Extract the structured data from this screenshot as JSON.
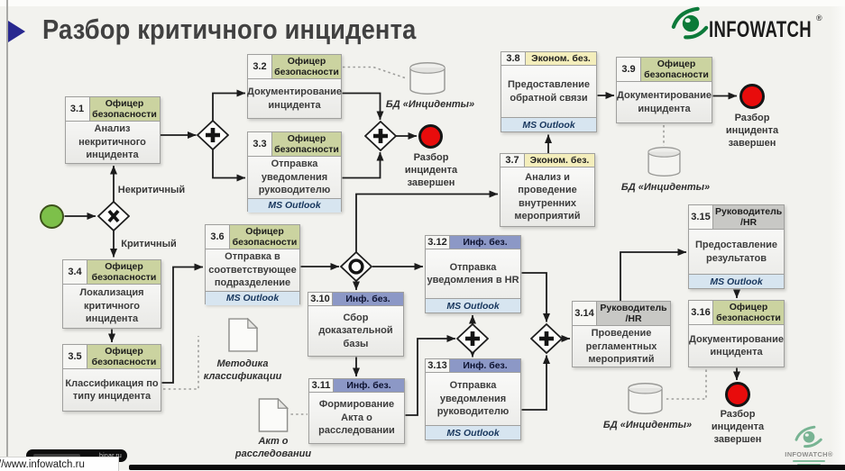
{
  "title": {
    "text": "Разбор критичного инцидента"
  },
  "brand": {
    "logo_text": "INFOWATCH",
    "registered_mark": "®",
    "green": "#0d7a3a"
  },
  "colors": {
    "background": "#f2f2ee",
    "title_accent_blue": "#28288f",
    "role_security_officer_bg": "#cbd3a0",
    "role_economic_security_bg": "#f4eebc",
    "role_information_security_bg": "#8c98c6",
    "role_manager_hr_bg": "#c8c8c5",
    "ms_outlook_footer_bg": "#d7e5f0",
    "start_event_green": "#7dc04a",
    "end_event_red": "#e80c0c"
  },
  "diagram": {
    "tasks": [
      {
        "id": "3.1",
        "role": "Офицер безопасности",
        "role_key": "security",
        "body": "Анализ некритичного инцидента",
        "footer": ""
      },
      {
        "id": "3.2",
        "role": "Офицер безопасности",
        "role_key": "security",
        "body": "Документирование инцидента",
        "footer": ""
      },
      {
        "id": "3.3",
        "role": "Офицер безопасности",
        "role_key": "security",
        "body": "Отправка уведомления руководителю",
        "footer": "MS Outlook"
      },
      {
        "id": "3.4",
        "role": "Офицер безопасности",
        "role_key": "security",
        "body": "Локализация критичного инцидента",
        "footer": ""
      },
      {
        "id": "3.5",
        "role": "Офицер безопасности",
        "role_key": "security",
        "body": "Классификация по типу инцидента",
        "footer": ""
      },
      {
        "id": "3.6",
        "role": "Офицер безопасности",
        "role_key": "security",
        "body": "Отправка в соответствующее подразделение",
        "footer": "MS Outlook"
      },
      {
        "id": "3.7",
        "role": "Эконом. без.",
        "role_key": "econ",
        "body": "Анализ и проведение внутренних мероприятий",
        "footer": ""
      },
      {
        "id": "3.8",
        "role": "Эконом. без.",
        "role_key": "econ",
        "body": "Предоставление обратной связи",
        "footer": "MS Outlook"
      },
      {
        "id": "3.9",
        "role": "Офицер безопасности",
        "role_key": "security",
        "body": "Документирование инцидента",
        "footer": ""
      },
      {
        "id": "3.10",
        "role": "Инф. без.",
        "role_key": "infosec",
        "body": "Сбор доказательной базы",
        "footer": ""
      },
      {
        "id": "3.11",
        "role": "Инф. без.",
        "role_key": "infosec",
        "body": "Формирование Акта о расследовании",
        "footer": ""
      },
      {
        "id": "3.12",
        "role": "Инф. без.",
        "role_key": "infosec",
        "body": "Отправка уведомления в HR",
        "footer": "MS Outlook"
      },
      {
        "id": "3.13",
        "role": "Инф. без.",
        "role_key": "infosec",
        "body": "Отправка уведомления руководителю",
        "footer": "MS Outlook"
      },
      {
        "id": "3.14",
        "role": "Руководитель /HR",
        "role_key": "manager",
        "body": "Проведение регламентных мероприятий",
        "footer": ""
      },
      {
        "id": "3.15",
        "role": "Руководитель /HR",
        "role_key": "manager",
        "body": "Предоставление результатов",
        "footer": "MS Outlook"
      },
      {
        "id": "3.16",
        "role": "Офицер безопасности",
        "role_key": "security",
        "body": "Документирование инцидента",
        "footer": ""
      }
    ],
    "events": [
      {
        "id": "start",
        "type": "start",
        "label": ""
      },
      {
        "id": "end1",
        "type": "end",
        "label": "Разбор\nинцидента\nзавершен"
      },
      {
        "id": "end2",
        "type": "end",
        "label": "Разбор\nинцидента\nзавершен"
      },
      {
        "id": "end3",
        "type": "end",
        "label": "Разбор\nинцидента\nзавершен"
      }
    ],
    "gateways": [
      {
        "id": "gwx",
        "kind": "exclusive",
        "symbol": "X"
      },
      {
        "id": "gw1",
        "kind": "parallel",
        "symbol": "+"
      },
      {
        "id": "gw2",
        "kind": "parallel",
        "symbol": "+"
      },
      {
        "id": "gwor",
        "kind": "inclusive",
        "symbol": "O"
      },
      {
        "id": "gw3",
        "kind": "parallel",
        "symbol": "+"
      },
      {
        "id": "gw4",
        "kind": "parallel",
        "symbol": "+"
      }
    ],
    "datastores": [
      {
        "id": "db1",
        "label": "БД «Инциденты»"
      },
      {
        "id": "db2",
        "label": "БД «Инциденты»"
      },
      {
        "id": "db3",
        "label": "БД «Инциденты»"
      }
    ],
    "documents": [
      {
        "id": "doc1",
        "label": "Методика\nклассификации"
      },
      {
        "id": "doc2",
        "label": "Акт о\nрасследовании"
      }
    ],
    "edge_labels": [
      {
        "id": "noncritical",
        "text": "Некритичный"
      },
      {
        "id": "critical",
        "text": "Критичный"
      }
    ]
  },
  "overlays": {
    "webinar_pill_text": "binar.ru",
    "status_url": "//www.infowatch.ru",
    "watermark_logo_text": "INFOWATCH®"
  }
}
